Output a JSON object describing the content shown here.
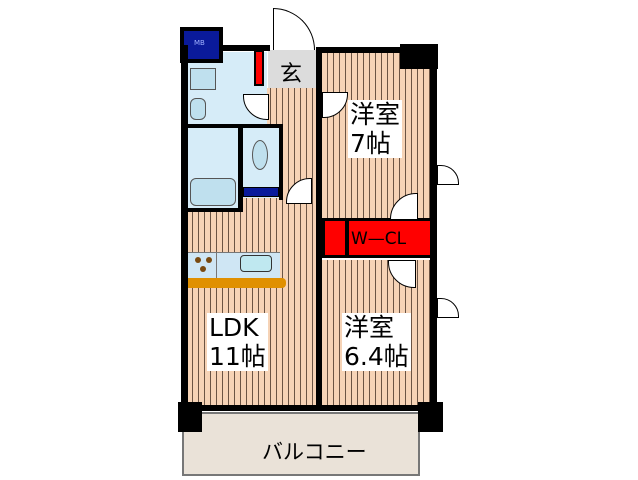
{
  "floorplan": {
    "rooms": {
      "entrance": "玄",
      "western_room_1": {
        "name": "洋室",
        "size": "7帖"
      },
      "walk_in_closet": "W—CL",
      "ldk": {
        "name": "LDK",
        "size": "11帖"
      },
      "western_room_2": {
        "name": "洋室",
        "size": "6.4帖"
      },
      "balcony": "バルコニー",
      "meter_box": "MB"
    },
    "colors": {
      "floor": "#f6d3b6",
      "wet_area": "#d6ecf8",
      "closet": "#ff0000",
      "meter_box": "#0a1a9a",
      "kitchen_counter": "#e09000",
      "balcony": "#eae2d8",
      "entrance": "#dcdcdc"
    }
  }
}
